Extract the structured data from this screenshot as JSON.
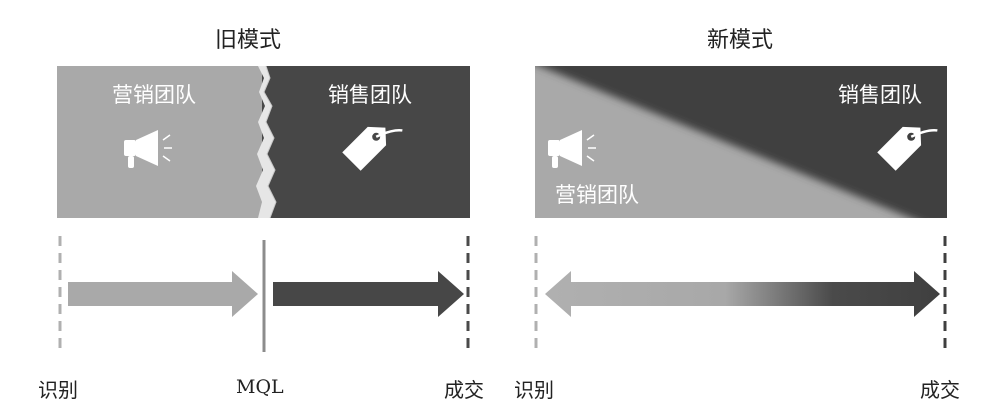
{
  "old_model": {
    "title": "旧模式",
    "marketing_team": "营销团队",
    "sales_team": "销售团队",
    "axis": {
      "start": "识别",
      "handoff": "MQL",
      "end": "成交"
    }
  },
  "new_model": {
    "title": "新模式",
    "marketing_team": "营销团队",
    "sales_team": "销售团队",
    "axis": {
      "start": "识别",
      "end": "成交"
    }
  },
  "icons": [
    "megaphone-icon",
    "price-tag-icon"
  ],
  "colors": {
    "marketing": "#a9a9a9",
    "sales": "#4a4a4a"
  }
}
